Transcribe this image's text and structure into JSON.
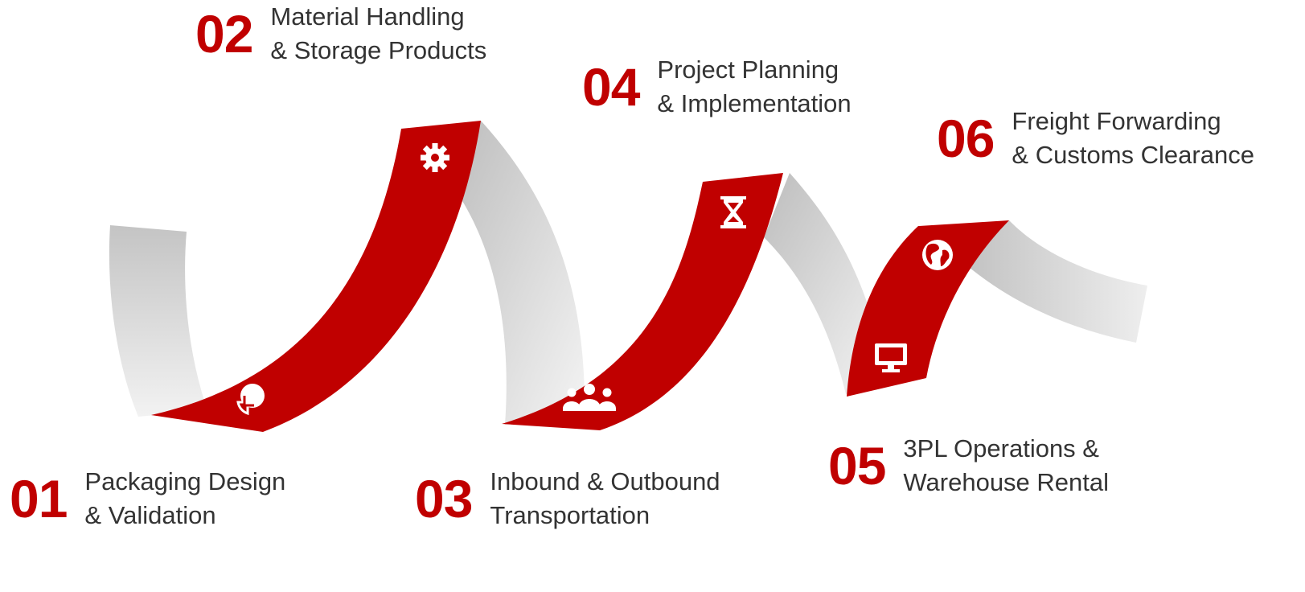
{
  "colors": {
    "accent": "#c00000",
    "text": "#333333",
    "ribbon_gray_light": "#f4f4f4",
    "ribbon_gray_dark": "#bdbdbd",
    "icon": "#ffffff"
  },
  "steps": [
    {
      "number": "01",
      "line1": "Packaging Design",
      "line2": "& Validation",
      "icon": "pie-chart-icon"
    },
    {
      "number": "02",
      "line1": "Material Handling",
      "line2": "& Storage Products",
      "icon": "gear-icon"
    },
    {
      "number": "03",
      "line1": "Inbound & Outbound",
      "line2": "Transportation",
      "icon": "team-icon"
    },
    {
      "number": "04",
      "line1": "Project Planning",
      "line2": "& Implementation",
      "icon": "hourglass-icon"
    },
    {
      "number": "05",
      "line1": "3PL Operations &",
      "line2": "Warehouse Rental",
      "icon": "monitor-icon"
    },
    {
      "number": "06",
      "line1": "Freight Forwarding",
      "line2": "& Customs Clearance",
      "icon": "globe-icon"
    }
  ]
}
